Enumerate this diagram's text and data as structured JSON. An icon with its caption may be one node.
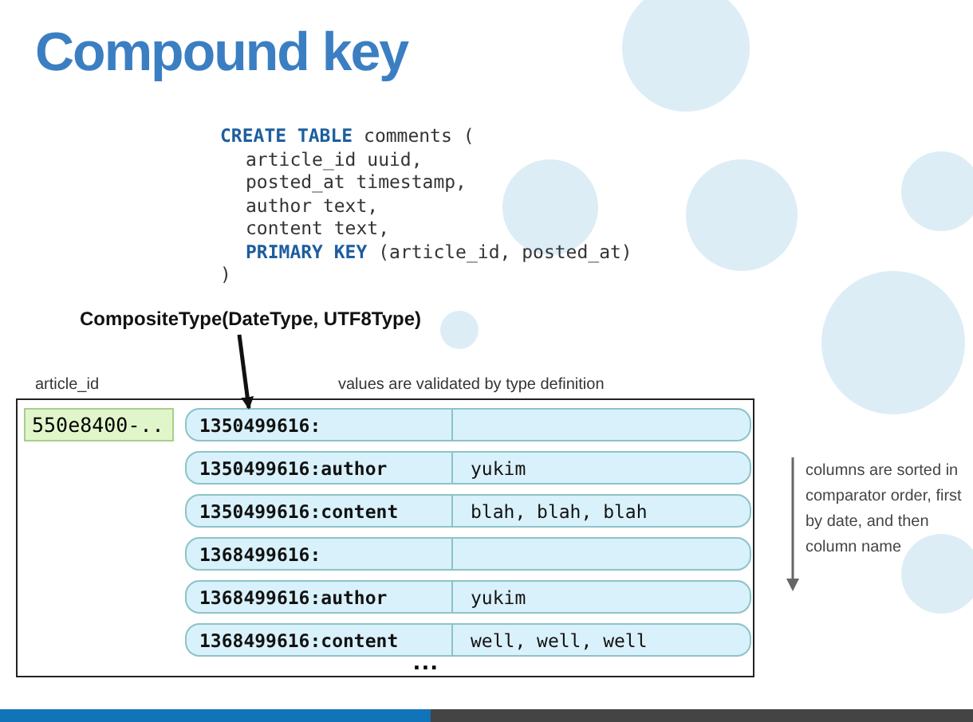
{
  "diagram": {
    "title": "Compound key",
    "nodes": [
      {
        "text": [
          "CompositeType(DateType, UTF8Type)"
        ]
      },
      {
        "text": [],
        "shape": "box"
      },
      {
        "text": [
          "550e8400-.."
        ],
        "in": 1
      },
      {
        "text": [
          "1350499616:"
        ],
        "in": 1
      },
      {
        "text": [
          "1350499616:author",
          "yukim"
        ],
        "in": 1
      },
      {
        "text": [
          "1350499616:content",
          "blah, blah, blah"
        ],
        "in": 1
      },
      {
        "text": [
          "1368499616:"
        ],
        "in": 1
      },
      {
        "text": [
          "1368499616:author",
          "yukim"
        ],
        "in": 1
      },
      {
        "text": [
          "1368499616:content",
          "well, well, well"
        ],
        "in": 1
      }
    ],
    "edges": [
      {
        "from": 0,
        "to": 3,
        "arrow": "to"
      }
    ],
    "labels": [
      "**CREATE TABLE** comments (",
      "article_id uuid,",
      "posted_at timestamp,",
      "author text,",
      "content text,",
      "**PRIMARY KEY** (article_id, posted_at)",
      ")",
      "article_id",
      "values are validated by type definition",
      "columns are sorted in comparator order, first by date, and then column name",
      "..."
    ]
  }
}
